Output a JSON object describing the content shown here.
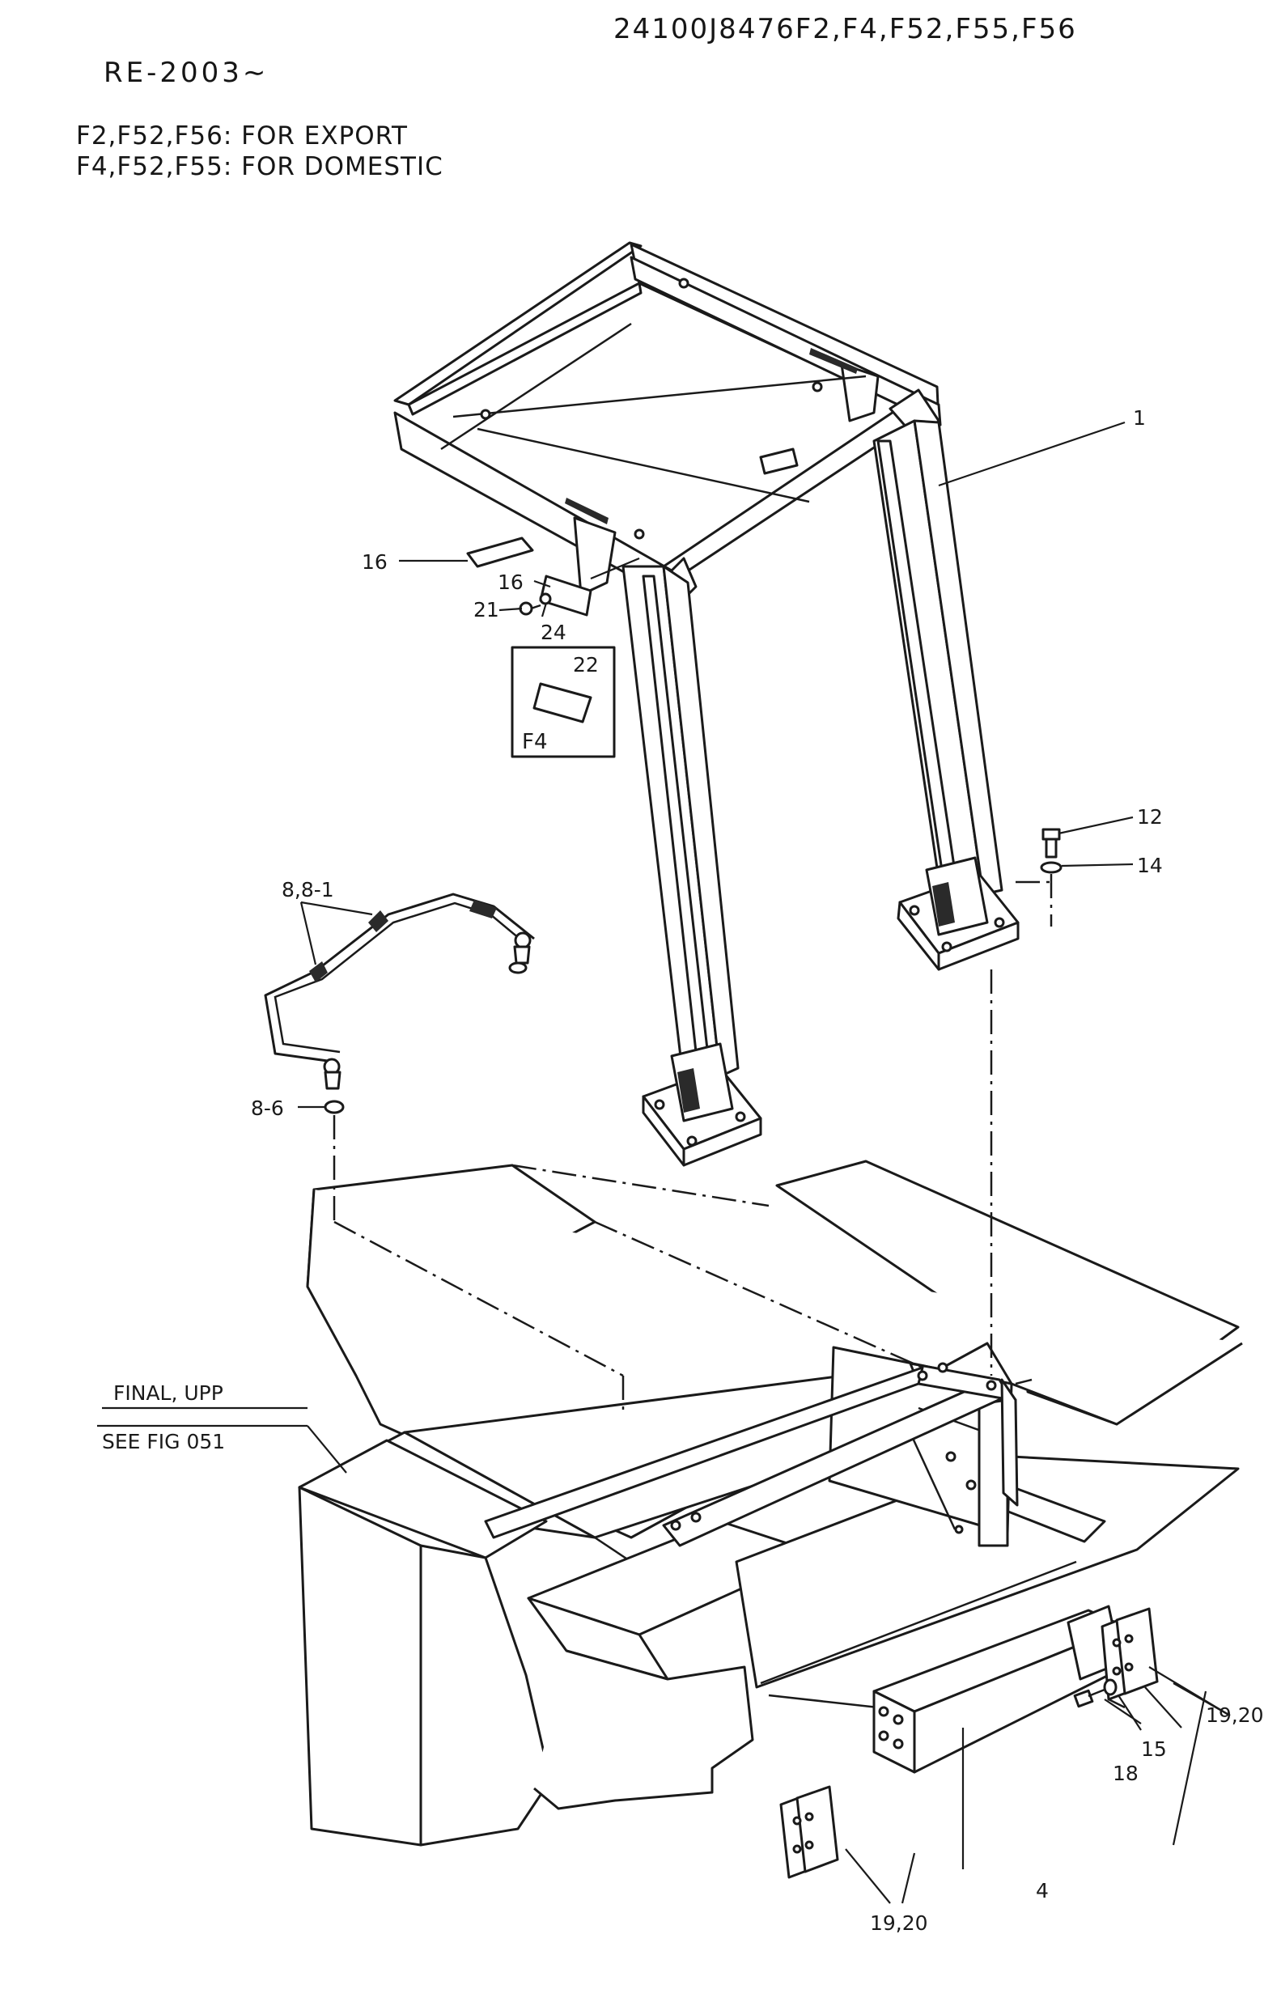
{
  "header": {
    "part_number": "24100J8476F2,F4,F52,F55,F56",
    "serial_range": "RE-2003∼",
    "note_export": "F2,F52,F56: FOR EXPORT",
    "note_domestic": "F4,F52,F55: FOR DOMESTIC"
  },
  "callouts": {
    "c1": "1",
    "c4": "4",
    "c8": "8,8-1",
    "c8_6": "8-6",
    "c12": "12",
    "c14": "14",
    "c15": "15",
    "c16a": "16",
    "c16b": "16",
    "c18": "18",
    "c19_right": "19,20",
    "c19_bottom": "19,20",
    "c21": "21",
    "c22": "22",
    "c24": "24"
  },
  "inset": {
    "label": "F4"
  },
  "reference": {
    "line1": "FINAL, UPP",
    "line2": "SEE FIG 051"
  }
}
